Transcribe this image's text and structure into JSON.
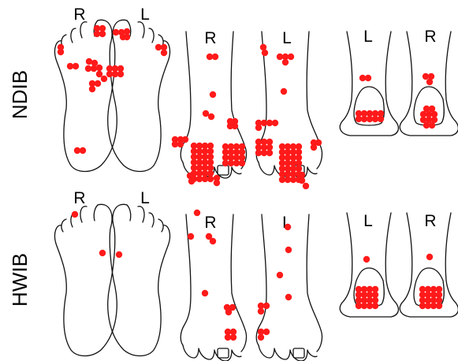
{
  "rows": [
    {
      "label": "NDIB",
      "panels": {
        "soles": {
          "left": "R",
          "right": "L"
        },
        "dorsal": {
          "left": "R",
          "right": "L"
        },
        "heels": {
          "left": "L",
          "right": "R"
        }
      }
    },
    {
      "label": "HWIB",
      "panels": {
        "soles": {
          "left": "R",
          "right": "L"
        },
        "dorsal": {
          "left": "R",
          "right": "L"
        },
        "heels": {
          "left": "L",
          "right": "R"
        }
      }
    }
  ],
  "colors": {
    "marker": "#ff1a1a",
    "outline": "#111111",
    "background": "#ffffff"
  }
}
